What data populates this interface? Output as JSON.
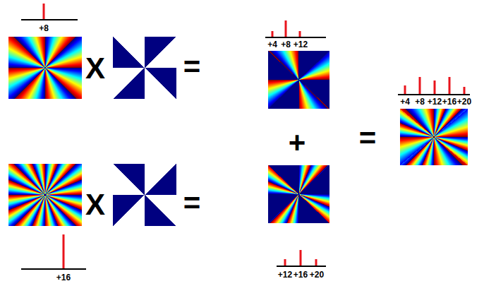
{
  "diagram": {
    "labels": [
      "+8",
      "+4",
      "+8",
      "+12",
      "X",
      "=",
      "+4",
      "+8",
      "+12",
      "+16",
      "+20",
      "+",
      "=",
      "X",
      "=",
      "+16",
      "+12",
      "+16",
      "+20"
    ]
  }
}
